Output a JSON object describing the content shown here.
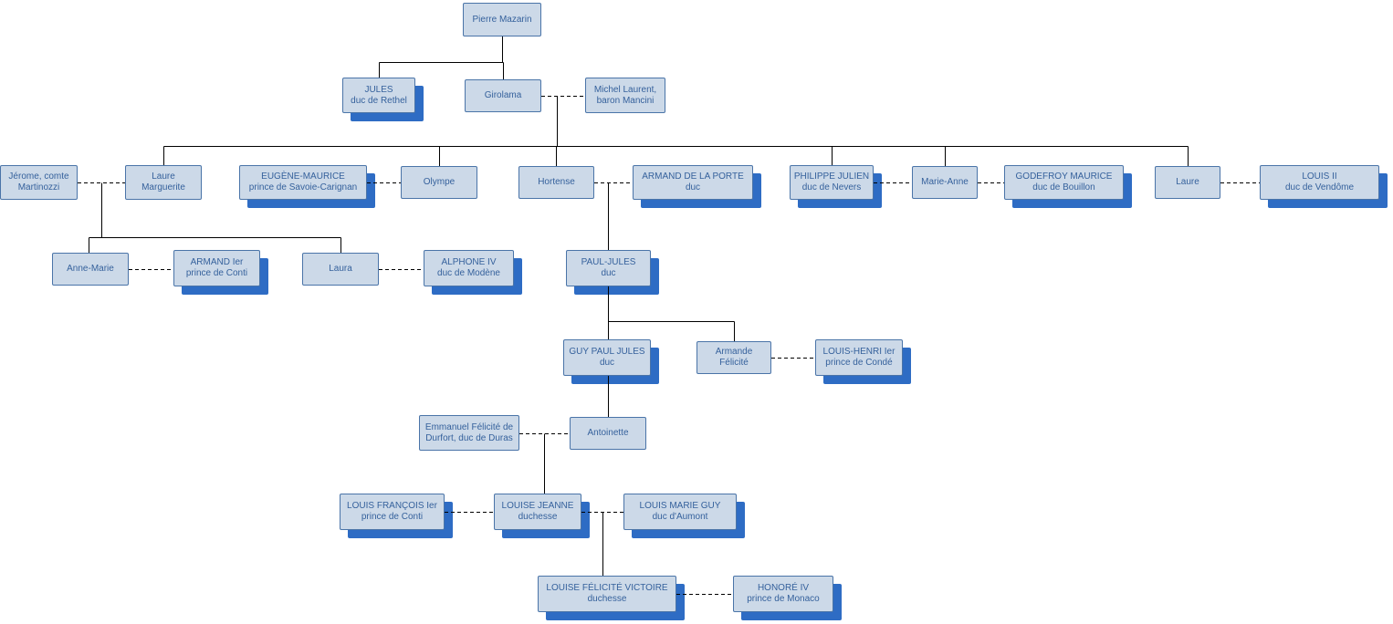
{
  "people": {
    "pierre": {
      "line1": "Pierre Mazarin",
      "line2": ""
    },
    "jules": {
      "line1": "JULES",
      "line2": "duc de Rethel"
    },
    "girolama": {
      "line1": "Girolama",
      "line2": ""
    },
    "michel": {
      "line1": "Michel Laurent,",
      "line2": "baron Mancini"
    },
    "jerome": {
      "line1": "Jérome, comte",
      "line2": "Martinozzi"
    },
    "laure_marguerite": {
      "line1": "Laure",
      "line2": "Marguerite"
    },
    "eugene_maurice": {
      "line1": "EUGÈNE-MAURICE",
      "line2": "prince de Savoie-Carignan"
    },
    "olympe": {
      "line1": "Olympe",
      "line2": ""
    },
    "hortense": {
      "line1": "Hortense",
      "line2": ""
    },
    "armand_de_la_porte": {
      "line1": "ARMAND DE LA PORTE",
      "line2": "duc"
    },
    "philippe_julien": {
      "line1": "PHILIPPE JULIEN",
      "line2": "duc de Nevers"
    },
    "marie_anne": {
      "line1": "Marie-Anne",
      "line2": ""
    },
    "godefroy_maurice": {
      "line1": "GODEFROY MAURICE",
      "line2": "duc de Bouillon"
    },
    "laure": {
      "line1": "Laure",
      "line2": ""
    },
    "louis_ii": {
      "line1": "LOUIS II",
      "line2": "duc de Vendôme"
    },
    "anne_marie": {
      "line1": "Anne-Marie",
      "line2": ""
    },
    "armand_ier": {
      "line1": "ARMAND Ier",
      "line2": "prince de Conti"
    },
    "laura": {
      "line1": "Laura",
      "line2": ""
    },
    "alphone_iv": {
      "line1": "ALPHONE IV",
      "line2": "duc de Modène"
    },
    "paul_jules": {
      "line1": "PAUL-JULES",
      "line2": "duc"
    },
    "guy_paul_jules": {
      "line1": "GUY PAUL JULES",
      "line2": "duc"
    },
    "armande_felicite": {
      "line1": "Armande",
      "line2": "Félicité"
    },
    "louis_henri": {
      "line1": "LOUIS-HENRI Ier",
      "line2": "prince de Condé"
    },
    "emmanuel": {
      "line1": "Emmanuel Félicité de",
      "line2": "Durfort, duc de Duras"
    },
    "antoinette": {
      "line1": "Antoinette",
      "line2": ""
    },
    "louis_francois": {
      "line1": "LOUIS FRANÇOIS Ier",
      "line2": "prince de Conti"
    },
    "louise_jeanne": {
      "line1": "LOUISE JEANNE",
      "line2": "duchesse"
    },
    "louis_marie_guy": {
      "line1": "LOUIS MARIE GUY",
      "line2": "duc d'Aumont"
    },
    "louise_felicite": {
      "line1": "LOUISE FÉLICITÉ VICTOIRE",
      "line2": "duchesse"
    },
    "honore_iv": {
      "line1": "HONORÉ IV",
      "line2": "prince de Monaco"
    }
  },
  "colors": {
    "background": "#ffffff",
    "node_fill": "#ccd9e8",
    "node_border": "#4a74a8",
    "node_shadow": "#2e6cc4",
    "text": "#35619c",
    "line": "#000000"
  }
}
